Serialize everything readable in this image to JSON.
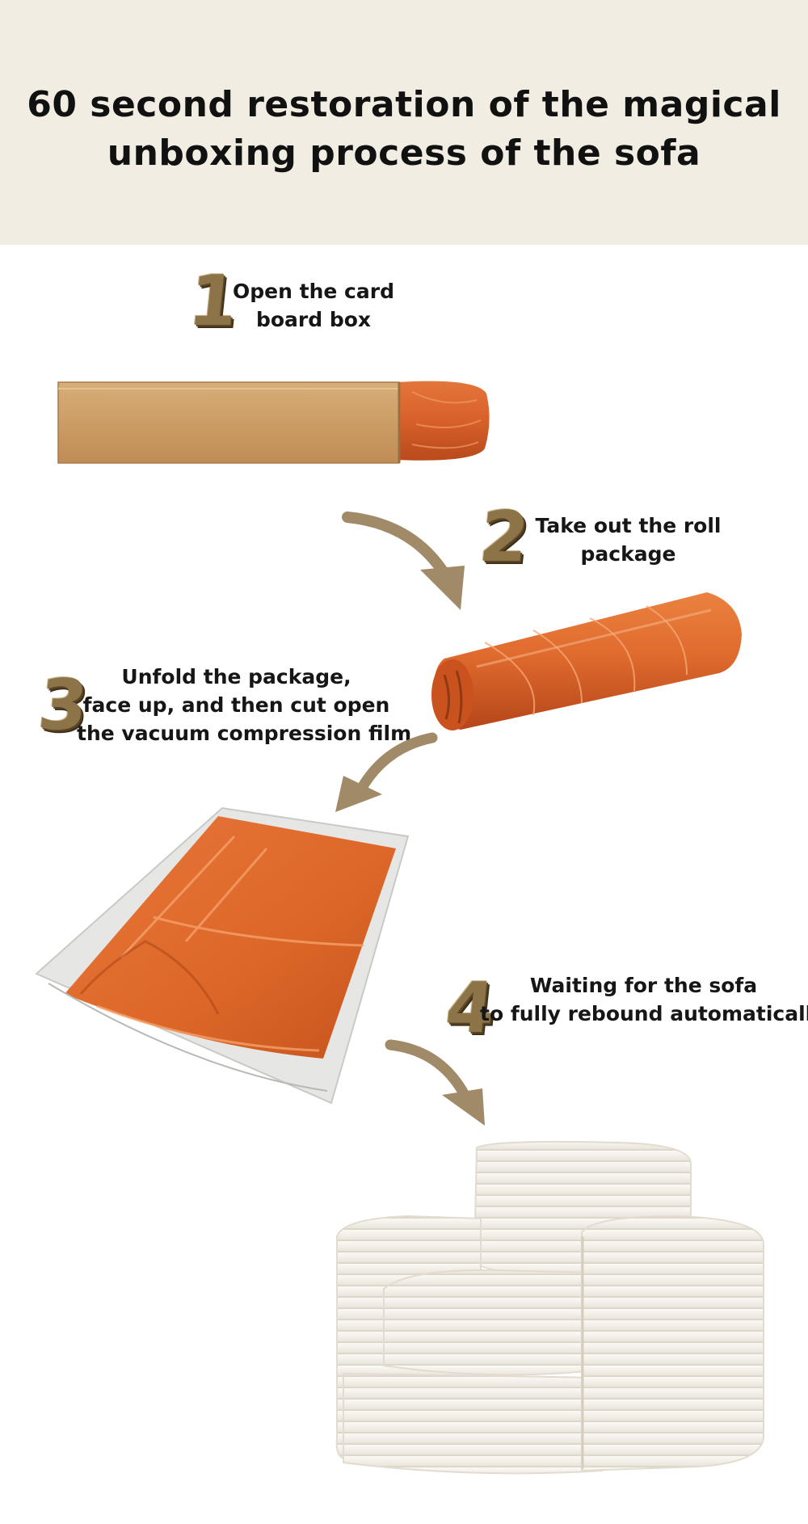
{
  "header": {
    "title_line1": "60 second restoration of the magical",
    "title_line2": "unboxing process of the sofa"
  },
  "steps": [
    {
      "number": "1",
      "lines": [
        "Open the card",
        "board box"
      ]
    },
    {
      "number": "2",
      "lines": [
        "Take out the roll",
        "package"
      ]
    },
    {
      "number": "3",
      "lines": [
        "Unfold the package,",
        "face up, and then cut open",
        "the vacuum compression film"
      ]
    },
    {
      "number": "4",
      "lines": [
        "Waiting for the sofa",
        "to fully rebound automatically"
      ]
    }
  ],
  "colors": {
    "header_bg": "#f1ede3",
    "digit_gold": "#8d7448",
    "arrow": "#a08a68",
    "cardboard": "#c99a62",
    "wrap_orange": "#e06b2e",
    "sofa": "#f3efe8"
  }
}
